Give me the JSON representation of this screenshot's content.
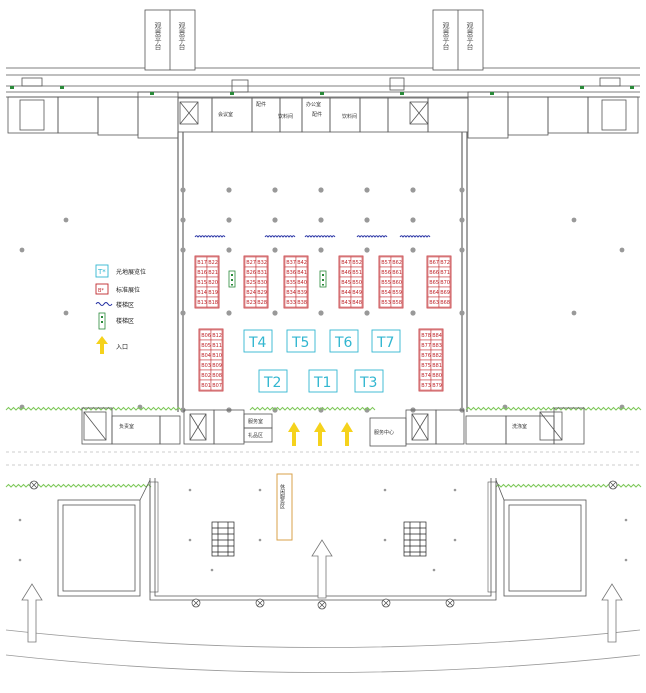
{
  "legend": {
    "items": [
      {
        "key": "light",
        "label": "光地展览位"
      },
      {
        "key": "standard",
        "label": "标准展位"
      },
      {
        "key": "wave",
        "label": "楼梯区"
      },
      {
        "key": "stair",
        "label": "楼梯区"
      },
      {
        "key": "entrance",
        "label": "入口"
      }
    ]
  },
  "towers": [
    "观景平台",
    "观景平台",
    "观景平台",
    "观景平台"
  ],
  "rooms": {
    "left_service": "服务室",
    "cloakroom": "礼品区",
    "right_office": "服务中心",
    "right_room": "洗涤室",
    "stage_office": "负责室",
    "top_meeting": "会议室",
    "top_desk": "办公室",
    "top_supply": "饮料间",
    "top_supply2": "饮料间",
    "top_c1": "配件",
    "top_c2": "配件"
  },
  "rest_zone": "休闲服务区",
  "zones": [
    "T4",
    "T5",
    "T6",
    "T7",
    "T2",
    "T1",
    "T3"
  ],
  "booths": {
    "A": [
      [
        "B17",
        "B22"
      ],
      [
        "B16",
        "B21"
      ],
      [
        "B15",
        "B20"
      ],
      [
        "B14",
        "B19"
      ],
      [
        "B13",
        "B18"
      ]
    ],
    "B": [
      [
        "B27",
        "B32"
      ],
      [
        "B26",
        "B31"
      ],
      [
        "B25",
        "B30"
      ],
      [
        "B24",
        "B29"
      ],
      [
        "B23",
        "B28"
      ]
    ],
    "C": [
      [
        "B37",
        "B42"
      ],
      [
        "B36",
        "B41"
      ],
      [
        "B35",
        "B40"
      ],
      [
        "B34",
        "B39"
      ],
      [
        "B33",
        "B38"
      ]
    ],
    "D": [
      [
        "B47",
        "B52"
      ],
      [
        "B46",
        "B51"
      ],
      [
        "B45",
        "B50"
      ],
      [
        "B44",
        "B49"
      ],
      [
        "B43",
        "B48"
      ]
    ],
    "E": [
      [
        "B57",
        "B62"
      ],
      [
        "B56",
        "B61"
      ],
      [
        "B55",
        "B60"
      ],
      [
        "B54",
        "B59"
      ],
      [
        "B53",
        "B58"
      ]
    ],
    "F": [
      [
        "B67",
        "B72"
      ],
      [
        "B66",
        "B71"
      ],
      [
        "B65",
        "B70"
      ],
      [
        "B64",
        "B69"
      ],
      [
        "B63",
        "B68"
      ]
    ],
    "G": [
      [
        "B06",
        "B12"
      ],
      [
        "B05",
        "B11"
      ],
      [
        "B04",
        "B10"
      ],
      [
        "B03",
        "B09"
      ],
      [
        "B02",
        "B08"
      ],
      [
        "B01",
        "B07"
      ]
    ],
    "H": [
      [
        "B78",
        "B84"
      ],
      [
        "B77",
        "B83"
      ],
      [
        "B76",
        "B82"
      ],
      [
        "B75",
        "B81"
      ],
      [
        "B74",
        "B80"
      ],
      [
        "B73",
        "B79"
      ]
    ]
  },
  "colors": {
    "booth": "#c0282d",
    "zone": "#31b6d0",
    "wave": "#1f2aa0",
    "entrance": "#f5d21c",
    "stair": "#2a8a3a",
    "hedge": "#7ec95a",
    "line": "#555555",
    "rest_zone": "#d9a14a"
  }
}
